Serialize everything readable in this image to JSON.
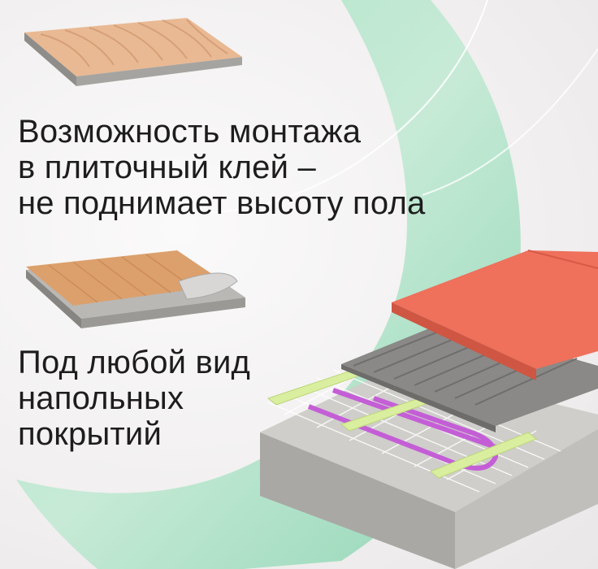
{
  "text_block_1": {
    "lines": [
      "Возможность монтажа",
      "в плиточный клей –",
      "не поднимает высоту пола"
    ]
  },
  "text_block_2": {
    "lines": [
      "Под любой вид",
      "напольных",
      "покрытий"
    ]
  },
  "colors": {
    "accent_green": "#8ed9b3",
    "tile": "#e7b48d",
    "wood": "#d9955e",
    "concrete": "#b9b9b7",
    "red_tile": "#ee6f5a",
    "heating_cable": "#c45ed6",
    "tape": "#d9ee9e"
  },
  "icons": [
    "tile-adhesive-illustration",
    "wood-floor-illustration",
    "heating-mat-layers-illustration"
  ]
}
